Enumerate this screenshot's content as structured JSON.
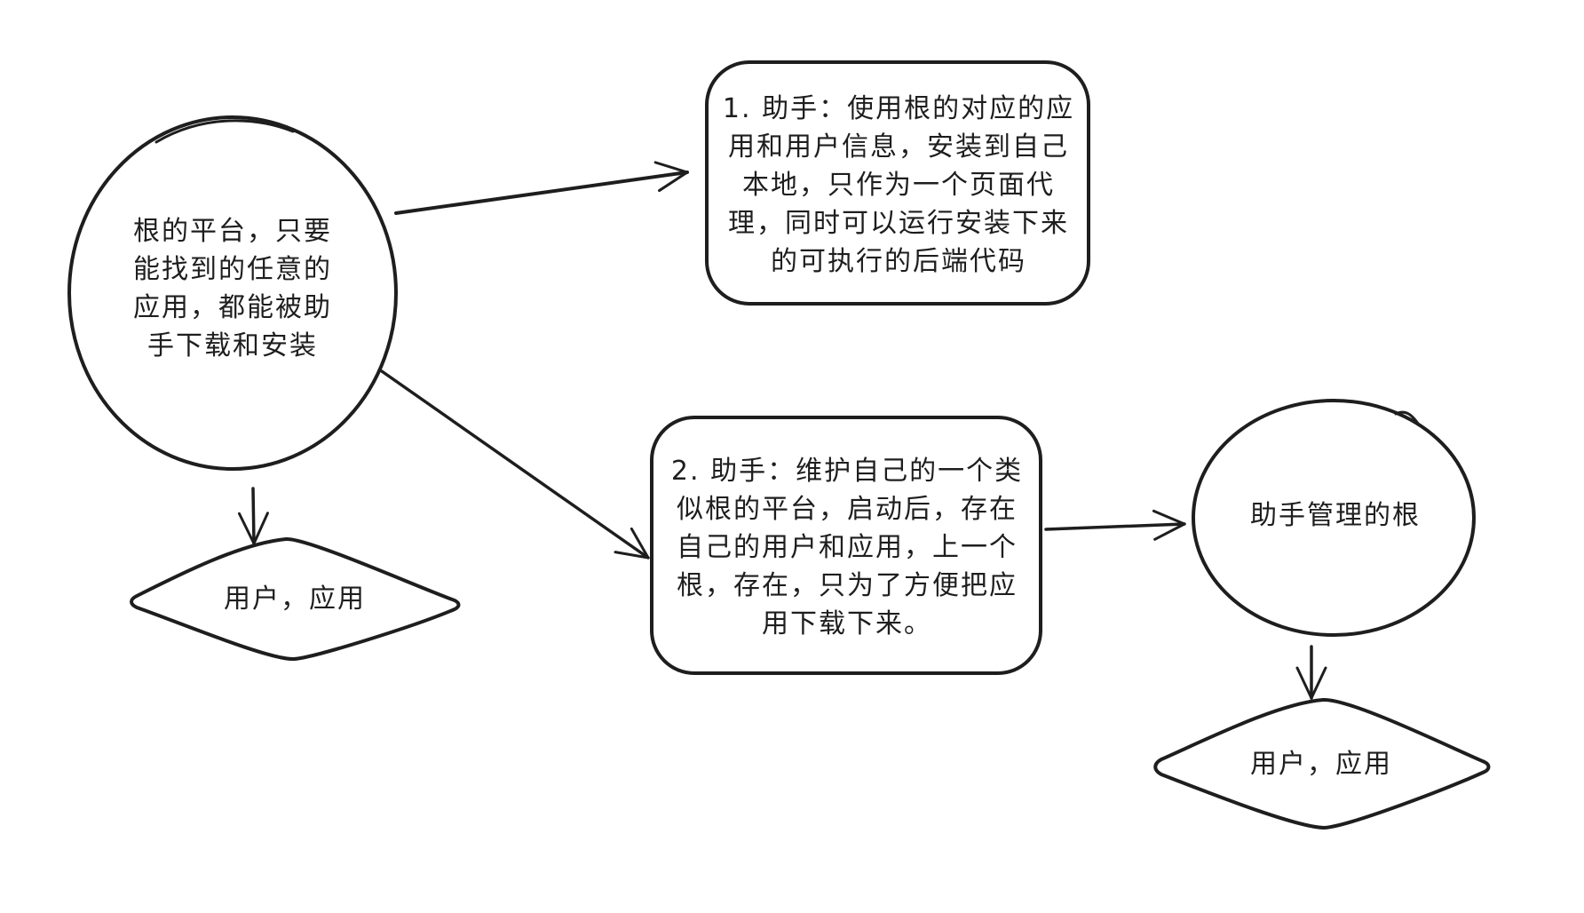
{
  "nodes": {
    "root_platform": {
      "text": "根的平台，只要\n能找到的任意的\n应用，都能被助\n手下载和安装",
      "shape": "circle"
    },
    "users_apps_left": {
      "text": "用户，应用",
      "shape": "diamond"
    },
    "assistant_option_1": {
      "text": "1. 助手：使用根的对应的应\n用和用户信息，安装到自己\n本地，只作为一个页面代\n理，同时可以运行安装下来\n的可执行的后端代码",
      "shape": "rounded-rectangle"
    },
    "assistant_option_2": {
      "text": "2. 助手：维护自己的一个类\n似根的平台，启动后，存在\n自己的用户和应用，上一个\n根，存在，只为了方便把应\n用下载下来。",
      "shape": "rounded-rectangle"
    },
    "managed_root": {
      "text": "助手管理的根",
      "shape": "circle"
    },
    "users_apps_right": {
      "text": "用户，应用",
      "shape": "diamond"
    }
  },
  "edges": [
    {
      "from": "root_platform",
      "to": "assistant_option_1"
    },
    {
      "from": "root_platform",
      "to": "assistant_option_2"
    },
    {
      "from": "root_platform",
      "to": "users_apps_left"
    },
    {
      "from": "assistant_option_2",
      "to": "managed_root"
    },
    {
      "from": "managed_root",
      "to": "users_apps_right"
    }
  ],
  "colors": {
    "stroke": "#1e1e1e",
    "background": "#ffffff"
  }
}
